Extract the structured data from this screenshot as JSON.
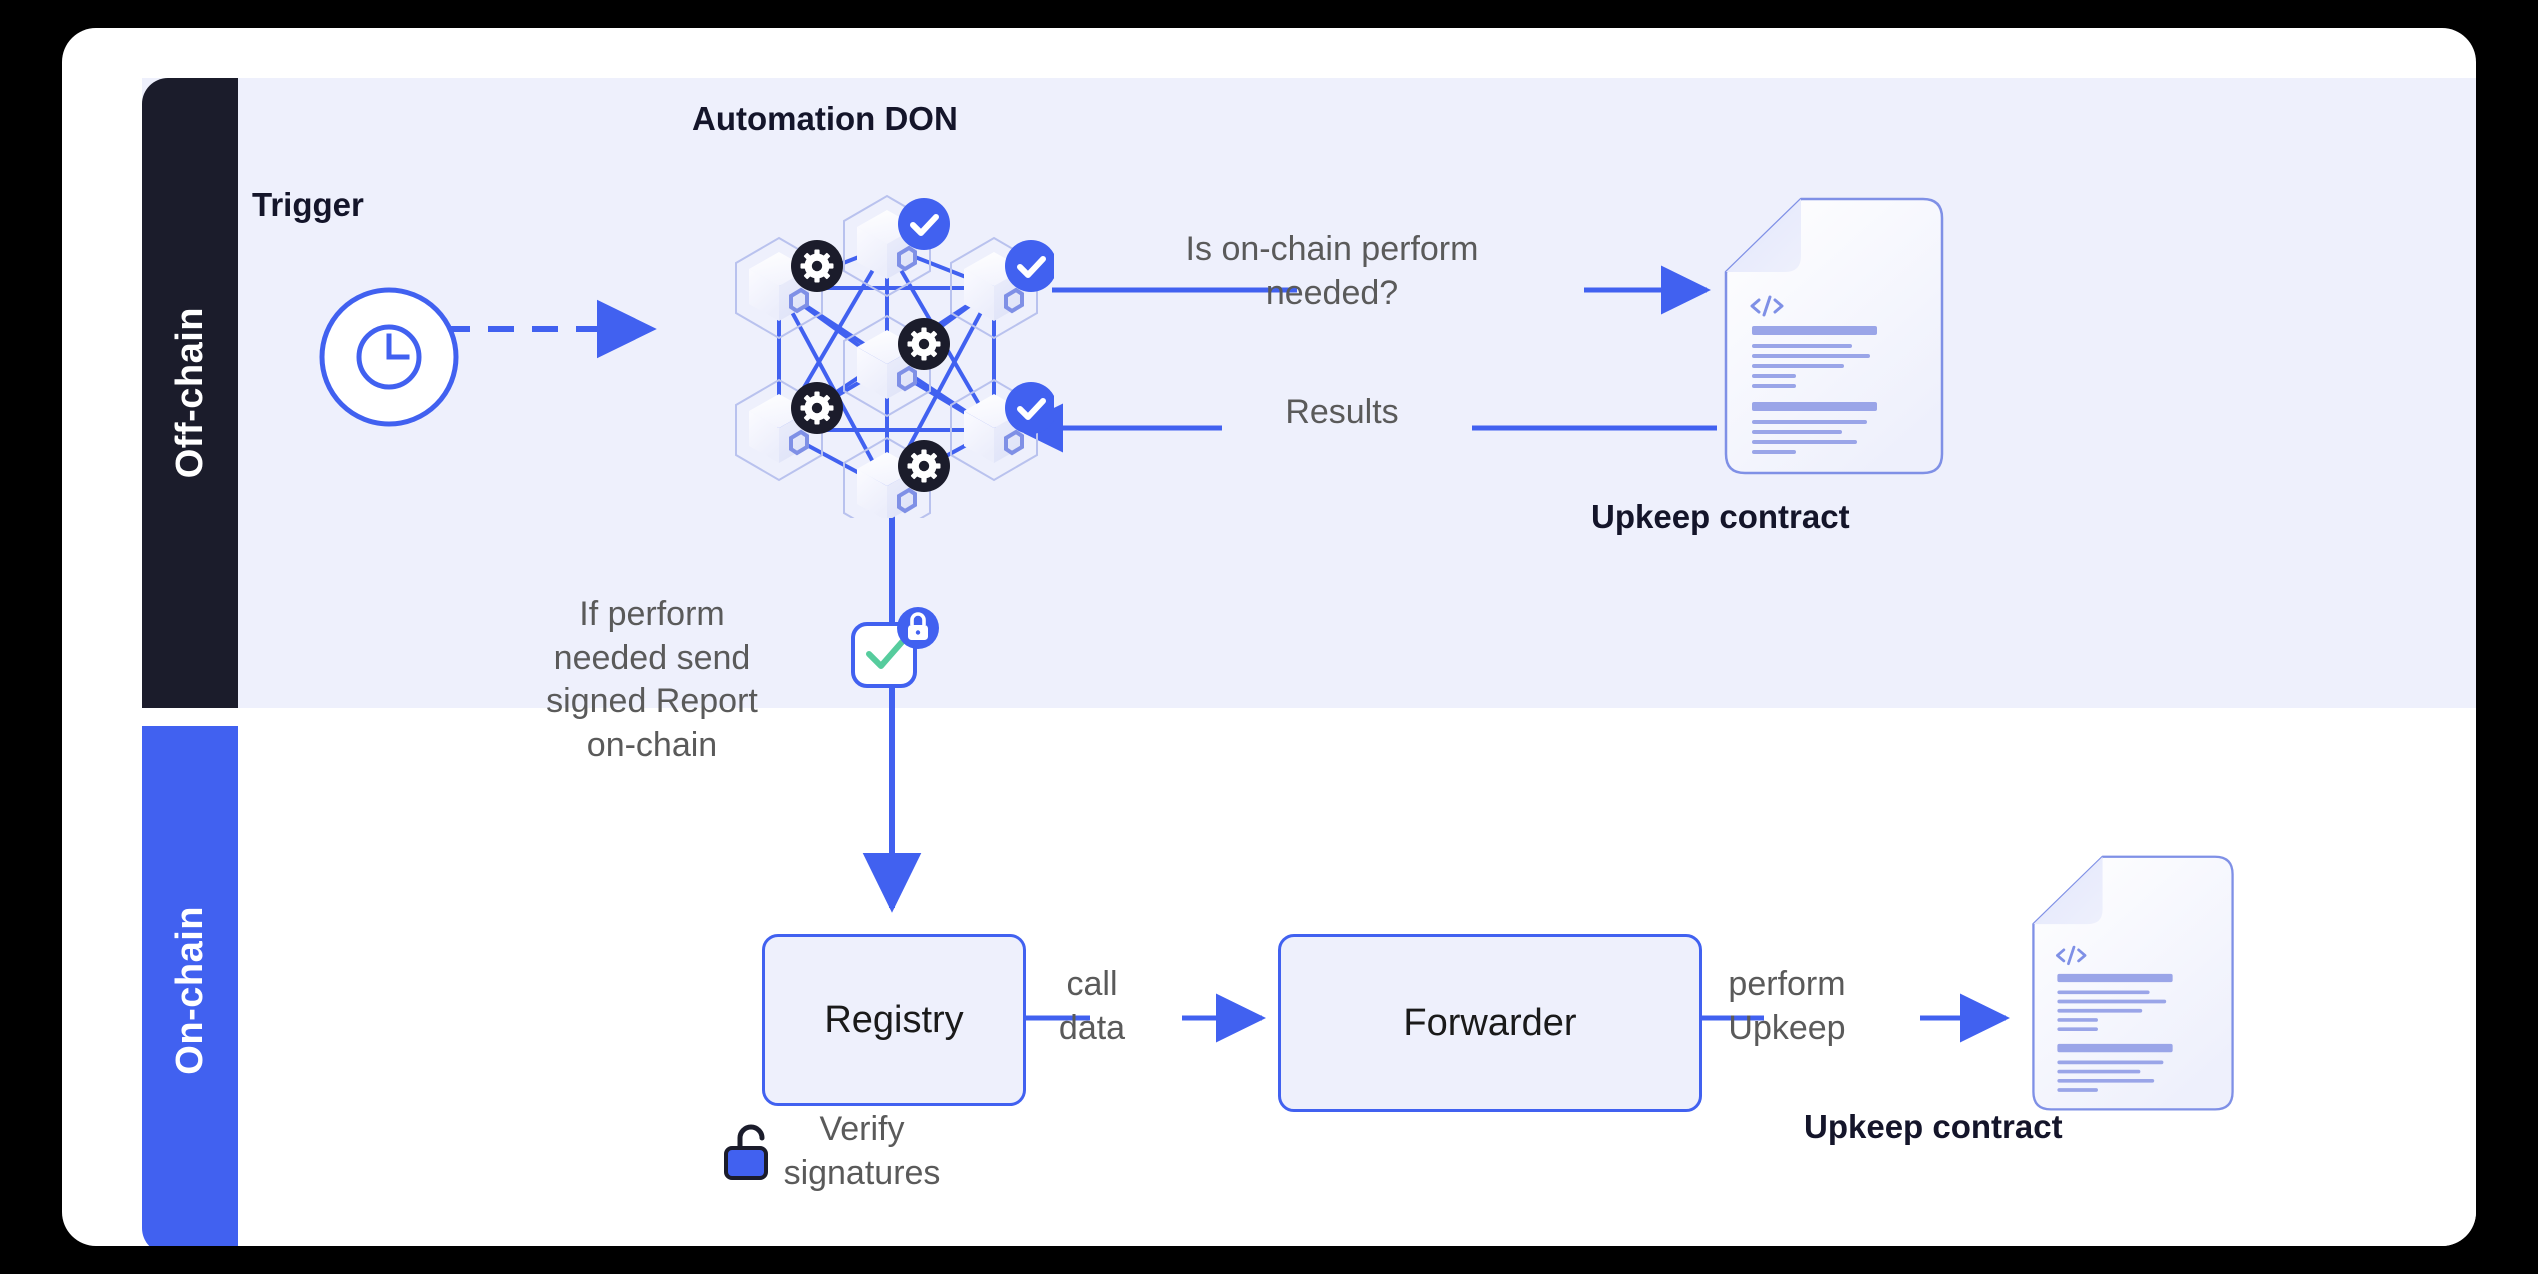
{
  "diagram": {
    "title": "Chainlink Automation architecture",
    "lanes": [
      {
        "id": "offchain",
        "label": "Off-chain",
        "color": "#1b1c2b"
      },
      {
        "id": "onchain",
        "label": "On-chain",
        "color": "#4161f0"
      }
    ],
    "colors": {
      "accent_blue": "#4161f0",
      "band_lavender": "#eef0fc",
      "dark_navy": "#1b1c2b",
      "text_gray": "#5a5a5a",
      "text_dark": "#14152a",
      "check_green": "#56cc9d",
      "doc_line": "#9aa5e8",
      "card_white": "#ffffff",
      "page_black": "#000000"
    },
    "headings": {
      "automation_don": "Automation DON",
      "trigger": "Trigger",
      "upkeep_contract_top": "Upkeep contract",
      "upkeep_contract_bottom": "Upkeep contract"
    },
    "edge_labels": {
      "perform_needed": "Is on-chain perform\nneeded?",
      "results": "Results",
      "if_perform_needed": "If perform\nneeded send\nsigned Report\non-chain",
      "call_data": "call\ndata",
      "perform_upkeep": "perform\nUpkeep",
      "verify_signatures": "Verify\nsignatures"
    },
    "boxes": {
      "registry": "Registry",
      "forwarder": "Forwarder"
    },
    "don_nodes": [
      {
        "id": "top-center",
        "badge": "check-badge-icon"
      },
      {
        "id": "left-upper",
        "badge": "gear-badge-icon"
      },
      {
        "id": "right-upper",
        "badge": "check-badge-icon"
      },
      {
        "id": "center",
        "badge": "gear-badge-icon"
      },
      {
        "id": "left-lower",
        "badge": "gear-badge-icon"
      },
      {
        "id": "right-lower",
        "badge": "check-badge-icon"
      },
      {
        "id": "bottom-center",
        "badge": "gear-badge-icon"
      }
    ],
    "icons": {
      "trigger": "clock-icon",
      "signed_report": "signed-report-icon",
      "signed_report_badge": "lock-closed-icon",
      "verify": "lock-open-icon",
      "document": "code-document-icon",
      "document_glyph": "code-tags-glyph"
    }
  }
}
